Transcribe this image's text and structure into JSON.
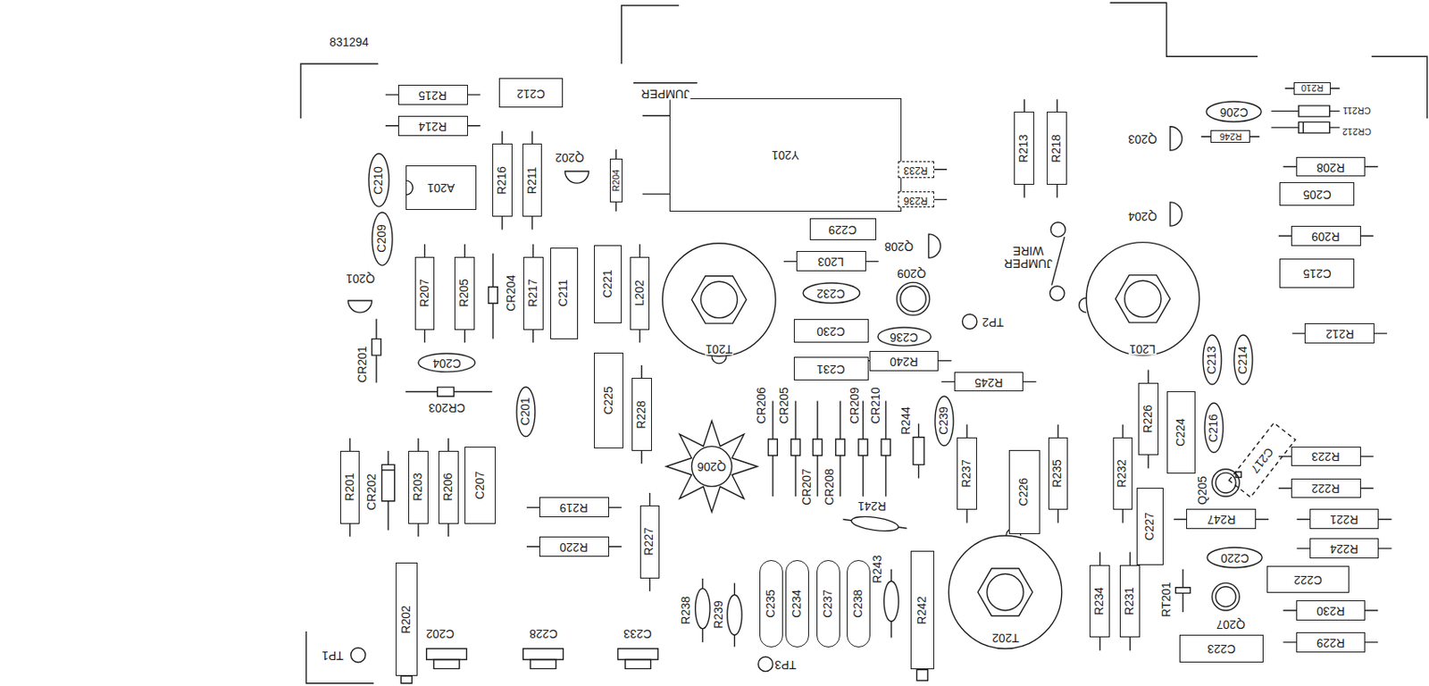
{
  "diagram": {
    "nodes": [
      {
        "text": [
          "R215"
        ]
      },
      {
        "text": [
          "R214"
        ]
      },
      {
        "text": [
          "C212"
        ]
      },
      {
        "text": [
          "Y201"
        ]
      },
      {
        "text": [
          "R213"
        ]
      },
      {
        "text": [
          "R218"
        ]
      },
      {
        "text": [
          "C206"
        ]
      },
      {
        "text": [
          "R210"
        ]
      },
      {
        "text": [
          "R246"
        ]
      },
      {
        "text": [
          "R233"
        ]
      },
      {
        "text": [
          "R208"
        ]
      },
      {
        "text": [
          "C210"
        ]
      },
      {
        "text": [
          "A201"
        ]
      },
      {
        "text": [
          "R216"
        ]
      },
      {
        "text": [
          "R211"
        ]
      },
      {
        "text": [
          "R204"
        ]
      },
      {
        "text": [
          "R236"
        ]
      },
      {
        "text": [
          "C205"
        ]
      },
      {
        "text": [
          "C229"
        ]
      },
      {
        "text": [
          "C209"
        ]
      },
      {
        "text": [
          "R209"
        ]
      },
      {
        "text": [
          "L203"
        ]
      },
      {
        "text": [
          "C215"
        ]
      },
      {
        "text": [
          "R207"
        ]
      },
      {
        "text": [
          "R205"
        ]
      },
      {
        "text": [
          "R217"
        ]
      },
      {
        "text": [
          "C211"
        ]
      },
      {
        "text": [
          "C221"
        ]
      },
      {
        "text": [
          "L202"
        ]
      },
      {
        "text": [
          "C232"
        ]
      },
      {
        "text": [
          "C230"
        ]
      },
      {
        "text": [
          "C236"
        ]
      },
      {
        "text": [
          "R212"
        ]
      },
      {
        "text": [
          "C204"
        ]
      },
      {
        "text": [
          "R240"
        ]
      },
      {
        "text": [
          "C231"
        ]
      },
      {
        "text": [
          "C213"
        ]
      },
      {
        "text": [
          "C214"
        ]
      },
      {
        "text": [
          "R245"
        ]
      },
      {
        "text": [
          "C225"
        ]
      },
      {
        "text": [
          "R228"
        ]
      },
      {
        "text": [
          "C201"
        ]
      },
      {
        "text": [
          "C239"
        ]
      },
      {
        "text": [
          "R226"
        ]
      },
      {
        "text": [
          "C224"
        ]
      },
      {
        "text": [
          "C216"
        ]
      },
      {
        "text": [
          "R223"
        ]
      },
      {
        "text": [
          "R201"
        ]
      },
      {
        "text": [
          "R203"
        ]
      },
      {
        "text": [
          "R206"
        ]
      },
      {
        "text": [
          "C207"
        ]
      },
      {
        "text": [
          "R237"
        ]
      },
      {
        "text": [
          "R235"
        ]
      },
      {
        "text": [
          "R232"
        ]
      },
      {
        "text": [
          "R222"
        ]
      },
      {
        "text": [
          "R219"
        ]
      },
      {
        "text": [
          "C226"
        ]
      },
      {
        "text": [
          "R247"
        ]
      },
      {
        "text": [
          "R221"
        ]
      },
      {
        "text": [
          "C227"
        ]
      },
      {
        "text": [
          "R227"
        ]
      },
      {
        "text": [
          "R220"
        ]
      },
      {
        "text": [
          "R224"
        ]
      },
      {
        "text": [
          "C220"
        ]
      },
      {
        "text": [
          "C222"
        ]
      },
      {
        "text": [
          "C235"
        ]
      },
      {
        "text": [
          "C234"
        ]
      },
      {
        "text": [
          "C237"
        ]
      },
      {
        "text": [
          "C238"
        ]
      },
      {
        "text": [
          "R242"
        ]
      },
      {
        "text": [
          "R234"
        ]
      },
      {
        "text": [
          "R231"
        ]
      },
      {
        "text": [
          "R230"
        ]
      },
      {
        "text": [
          "R202"
        ]
      },
      {
        "text": [
          "R229"
        ]
      },
      {
        "text": [
          "C223"
        ]
      }
    ],
    "labels": [
      "831294",
      "JUMPER",
      "Q202",
      "Q203",
      "CR211",
      "CR212",
      "Q204",
      "Q208",
      "JUMPER WIRE",
      "Q209",
      "Q201",
      "CR204",
      "T201",
      "L201",
      "TP2",
      "CR201",
      "CR203",
      "CR206",
      "CR205",
      "CR209",
      "CR210",
      "R244",
      "Q206",
      "C217",
      "Q205",
      "CR202",
      "CR207",
      "CR208",
      "R241",
      "R243",
      "RT201",
      "R238",
      "R239",
      "Q207",
      "C202",
      "C228",
      "C233",
      "T202",
      "TP1",
      "TP3"
    ]
  }
}
